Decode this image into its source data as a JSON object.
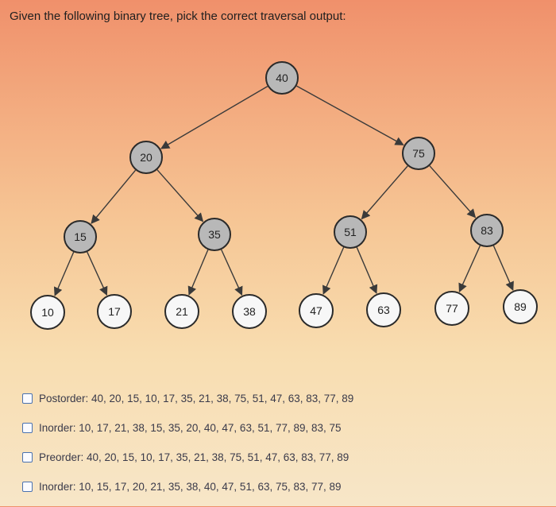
{
  "question": "Given the following binary tree, pick the correct traversal output:",
  "tree": {
    "nodes": [
      {
        "id": "n40",
        "label": "40",
        "style": "gray"
      },
      {
        "id": "n20",
        "label": "20",
        "style": "gray"
      },
      {
        "id": "n75",
        "label": "75",
        "style": "gray"
      },
      {
        "id": "n15",
        "label": "15",
        "style": "gray"
      },
      {
        "id": "n35",
        "label": "35",
        "style": "gray"
      },
      {
        "id": "n51",
        "label": "51",
        "style": "gray"
      },
      {
        "id": "n83",
        "label": "83",
        "style": "gray"
      },
      {
        "id": "n10",
        "label": "10",
        "style": "light"
      },
      {
        "id": "n17",
        "label": "17",
        "style": "light"
      },
      {
        "id": "n21",
        "label": "21",
        "style": "light"
      },
      {
        "id": "n38",
        "label": "38",
        "style": "light"
      },
      {
        "id": "n47",
        "label": "47",
        "style": "light"
      },
      {
        "id": "n63",
        "label": "63",
        "style": "light"
      },
      {
        "id": "n77",
        "label": "77",
        "style": "light"
      },
      {
        "id": "n89",
        "label": "89",
        "style": "light"
      }
    ],
    "edges": [
      [
        "n40",
        "n20"
      ],
      [
        "n40",
        "n75"
      ],
      [
        "n20",
        "n15"
      ],
      [
        "n20",
        "n35"
      ],
      [
        "n75",
        "n51"
      ],
      [
        "n75",
        "n83"
      ],
      [
        "n15",
        "n10"
      ],
      [
        "n15",
        "n17"
      ],
      [
        "n35",
        "n21"
      ],
      [
        "n35",
        "n38"
      ],
      [
        "n51",
        "n47"
      ],
      [
        "n51",
        "n63"
      ],
      [
        "n83",
        "n77"
      ],
      [
        "n83",
        "n89"
      ]
    ]
  },
  "options": [
    {
      "label": "Postorder: 40, 20, 15, 10, 17, 35, 21, 38, 75, 51, 47, 63, 83, 77, 89"
    },
    {
      "label": "Inorder: 10, 17, 21, 38, 15, 35, 20, 40, 47, 63, 51, 77, 89, 83, 75"
    },
    {
      "label": "Preorder: 40, 20, 15, 10, 17, 35, 21, 38, 75, 51, 47, 63, 83, 77, 89"
    },
    {
      "label": "Inorder: 10, 15, 17, 20, 21, 35, 38, 40, 47, 51, 63, 75, 83, 77, 89"
    }
  ],
  "colors": {
    "node_gray_fill": "#b8b8b8",
    "node_light_fill": "#f7f7f7",
    "node_stroke": "#2a2a2a",
    "edge": "#3a3a3a"
  }
}
